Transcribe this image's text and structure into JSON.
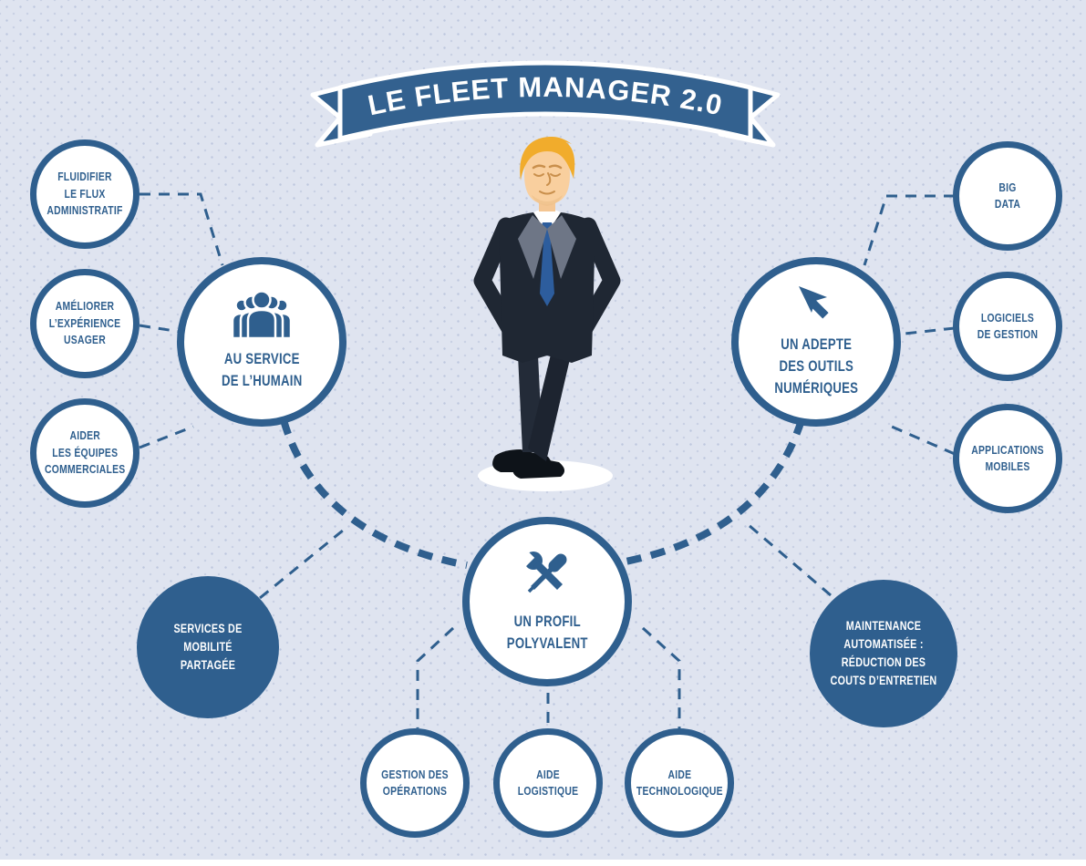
{
  "colors": {
    "primary": "#2f5f8e",
    "background": "#dfe4f0"
  },
  "banner": {
    "title": "LE FLEET MANAGER 2.0"
  },
  "hubs": {
    "human": {
      "icon": "people-icon",
      "label": "AU SERVICE\nDE L’HUMAIN"
    },
    "digital": {
      "icon": "cursor-icon",
      "label": "UN ADEPTE\nDES OUTILS\nNUMÉRIQUES"
    },
    "versatile": {
      "icon": "tools-icon",
      "label": "UN PROFIL\nPOLYVALENT"
    }
  },
  "satellites": {
    "left": [
      {
        "label": "FLUIDIFIER\nLE FLUX\nADMINISTRATIF"
      },
      {
        "label": "AMÉLIORER\nL’EXPÉRIENCE\nUSAGER"
      },
      {
        "label": "AIDER\nLES ÉQUIPES\nCOMMERCIALES"
      }
    ],
    "right": [
      {
        "label": "BIG\nDATA"
      },
      {
        "label": "LOGICIELS\nDE GESTION"
      },
      {
        "label": "APPLICATIONS\nMOBILES"
      }
    ],
    "bottom": [
      {
        "label": "GESTION DES\nOPÉRATIONS"
      },
      {
        "label": "AIDE\nLOGISTIQUE"
      },
      {
        "label": "AIDE\nTECHNOLOGIQUE"
      }
    ]
  },
  "highlights": {
    "left": {
      "label": "SERVICES DE\nMOBILITÉ\nPARTAGÉE"
    },
    "right": {
      "label": "MAINTENANCE\nAUTOMATISÉE :\nRÉDUCTION DES\nCOUTS D’ENTRETIEN"
    }
  }
}
